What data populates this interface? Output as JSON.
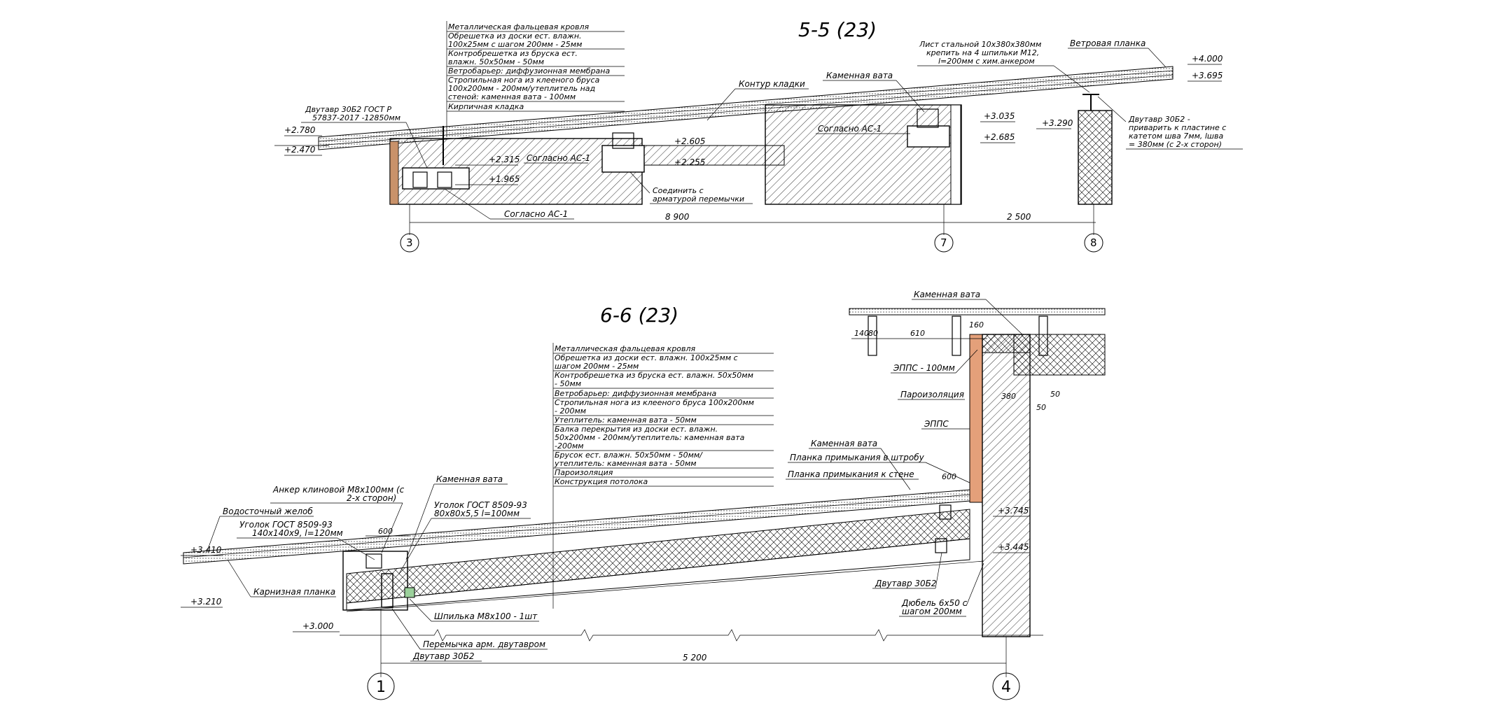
{
  "section_5_5": {
    "title": "5-5 (23)",
    "callout": [
      "Металлическая фальцевая кровля",
      "Обрешетка из доски ест. влажн.",
      "100х25мм с шагом 200мм - 25мм",
      "Контробрешетка из бруска ест.",
      "влажн. 50х50мм - 50мм",
      "Ветробарьер: диффузионная мембрана",
      "Стропильная нога из клееного бруса",
      "100х200мм - 200мм/утеплитель над",
      "стеной: каменная вата - 100мм",
      "Кирпичная кладка"
    ],
    "i_beam_gost": [
      "Двутавр 30Б2 ГОСТ Р",
      "57837-2017 -12850мм"
    ],
    "masonry_outline": "Контур кладки",
    "stone_wool": "Каменная вата",
    "steel_sheet": [
      "Лист стальной 10х380х380мм",
      "крепить на 4 шпильки М12,",
      "l=200мм с хим.анкером"
    ],
    "wind_strip": "Ветровая планка",
    "beam_weld": [
      "Двутавр 30Б2 -",
      "приварить к пластине с",
      "катетом шва 7мм, lшва",
      "= 380мм (с 2-х сторон)"
    ],
    "per_ac1_a": "Согласно АС-1",
    "per_ac1_b": "Согласно АС-1",
    "per_ac1_c": "Согласно АС-1",
    "connect": [
      "Соединить с",
      "арматурой перемычки"
    ],
    "levels": [
      "+2.780",
      "+2.470",
      "+2.315",
      "+1.965",
      "+2.605",
      "+2.255",
      "+3.035",
      "+2.685",
      "+3.290",
      "+4.000",
      "+3.695"
    ],
    "dim_a": "8 900",
    "dim_b": "2 500",
    "axes": [
      "3",
      "7",
      "8"
    ]
  },
  "section_6_6": {
    "title": "6-6 (23)",
    "callout": [
      "Металлическая фальцевая кровля",
      "Обрешетка из доски ест. влажн. 100х25мм с",
      "шагом 200мм - 25мм",
      "Контробрешетка из бруска ест. влажн. 50х50мм",
      "- 50мм",
      "Ветробарьер: диффузионная мембрана",
      "Стропильная нога из клееного бруса 100х200мм",
      "- 200мм",
      "Утеплитель: каменная вата - 50мм",
      "Балка перекрытия из доски ест. влажн.",
      "50х200мм - 200мм/утеплитель: каменная вата",
      "-200мм",
      "Брусок ест. влажн. 50х50мм - 50мм/",
      "утеплитель: каменная вата - 50мм",
      "Пароизоляция",
      "Конструкция потолока"
    ],
    "stone_wool_top": "Каменная вата",
    "xps_100": "ЭППС - 100мм",
    "vapor": "Пароизоляция",
    "xps": "ЭППС",
    "stone_wool_mid": "Каменная вата",
    "strip_groove": "Планка примыкания в штробу",
    "strip_wall": "Планка примыкания к стене",
    "anchor": [
      "Анкер клиновой М8х100мм (с",
      "2-х сторон)"
    ],
    "gutter": "Водосточный желоб",
    "angle_big": [
      "Уголок ГОСТ 8509-93",
      "140х140х9, l=120мм"
    ],
    "stone_wool_left": "Каменная вата",
    "angle_small": [
      "Уголок ГОСТ 8509-93",
      "80х80х5,5 l=100мм"
    ],
    "eaves_strip": "Карнизная планка",
    "stud": "Шпилька М8х100 - 1шт",
    "lintel": "Перемычка арм. двутавром",
    "i_beam_a": "Двутавр 30Б2",
    "i_beam_b": "Двутавр 30Б2",
    "dowel": [
      "Дюбель 6х50 с",
      "шагом 200мм"
    ],
    "levels": [
      "+3.410",
      "+3.210",
      "+3.000",
      "+3.745",
      "+3.445"
    ],
    "dims": [
      "600",
      "600",
      "140",
      "80",
      "610",
      "160",
      "50",
      "50",
      "380"
    ],
    "span": "5 200",
    "axes": [
      "1",
      "4"
    ]
  }
}
